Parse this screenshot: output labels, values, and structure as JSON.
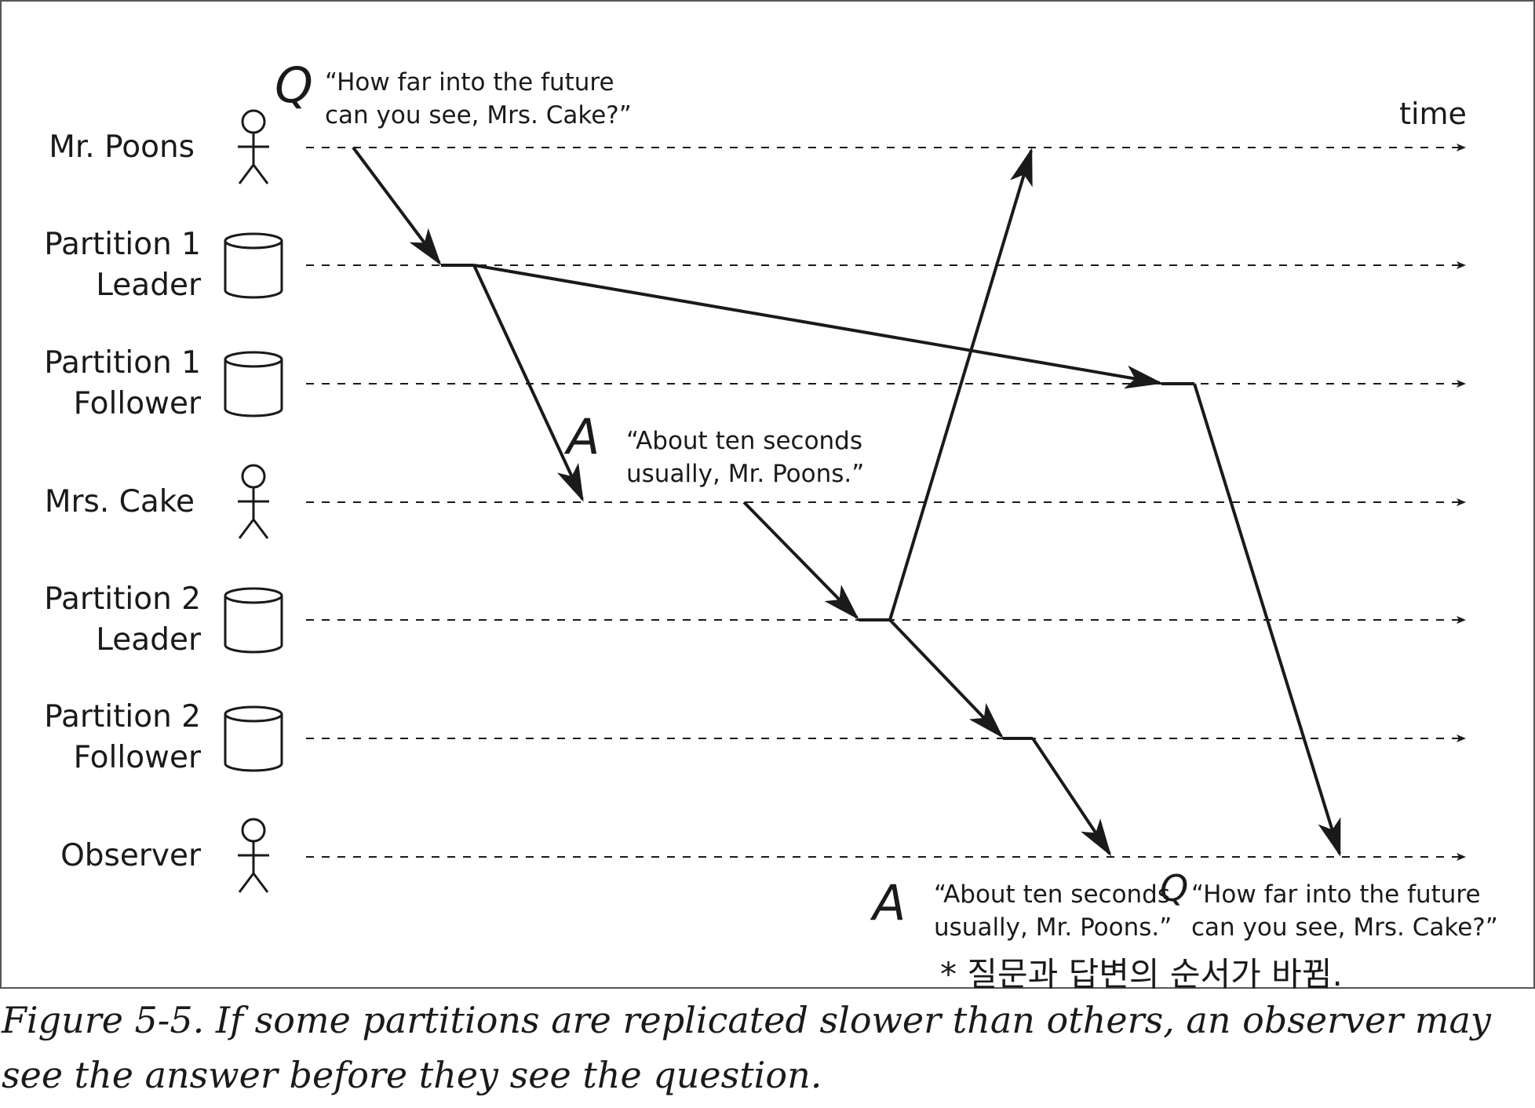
{
  "time_label": "time",
  "lanes": [
    {
      "id": "mr-poons",
      "lines": [
        "Mr. Poons"
      ],
      "kind": "person"
    },
    {
      "id": "partition-1-leader",
      "lines": [
        "Partition 1",
        "Leader"
      ],
      "kind": "database"
    },
    {
      "id": "partition-1-follower",
      "lines": [
        "Partition 1",
        "Follower"
      ],
      "kind": "database"
    },
    {
      "id": "mrs-cake",
      "lines": [
        "Mrs. Cake"
      ],
      "kind": "person"
    },
    {
      "id": "partition-2-leader",
      "lines": [
        "Partition 2",
        "Leader"
      ],
      "kind": "database"
    },
    {
      "id": "partition-2-follower",
      "lines": [
        "Partition 2",
        "Follower"
      ],
      "kind": "database"
    },
    {
      "id": "observer",
      "lines": [
        "Observer"
      ],
      "kind": "person"
    }
  ],
  "quotes": {
    "question_top": [
      "“How far into the future",
      "can you see, Mrs. Cake?”"
    ],
    "answer_mid": [
      "“About ten seconds",
      "usually, Mr. Poons.”"
    ],
    "answer_bottom": [
      "“About ten seconds",
      "usually, Mr. Poons.”"
    ],
    "question_bottom": [
      "“How far into the future",
      "can you see, Mrs. Cake?”"
    ]
  },
  "handwritten": {
    "q_top": "Q",
    "a_mid": "A",
    "a_bottom": "A",
    "q_bottom": "Q",
    "korean_note": "* 질문과 답변의 순서가 바뀜."
  },
  "colors": {
    "ink": "#1a1a1a",
    "handwriting": "#e0201c"
  },
  "caption": "Figure 5-5. If some partitions are replicated slower than others, an observer may see the answer before they see the question."
}
